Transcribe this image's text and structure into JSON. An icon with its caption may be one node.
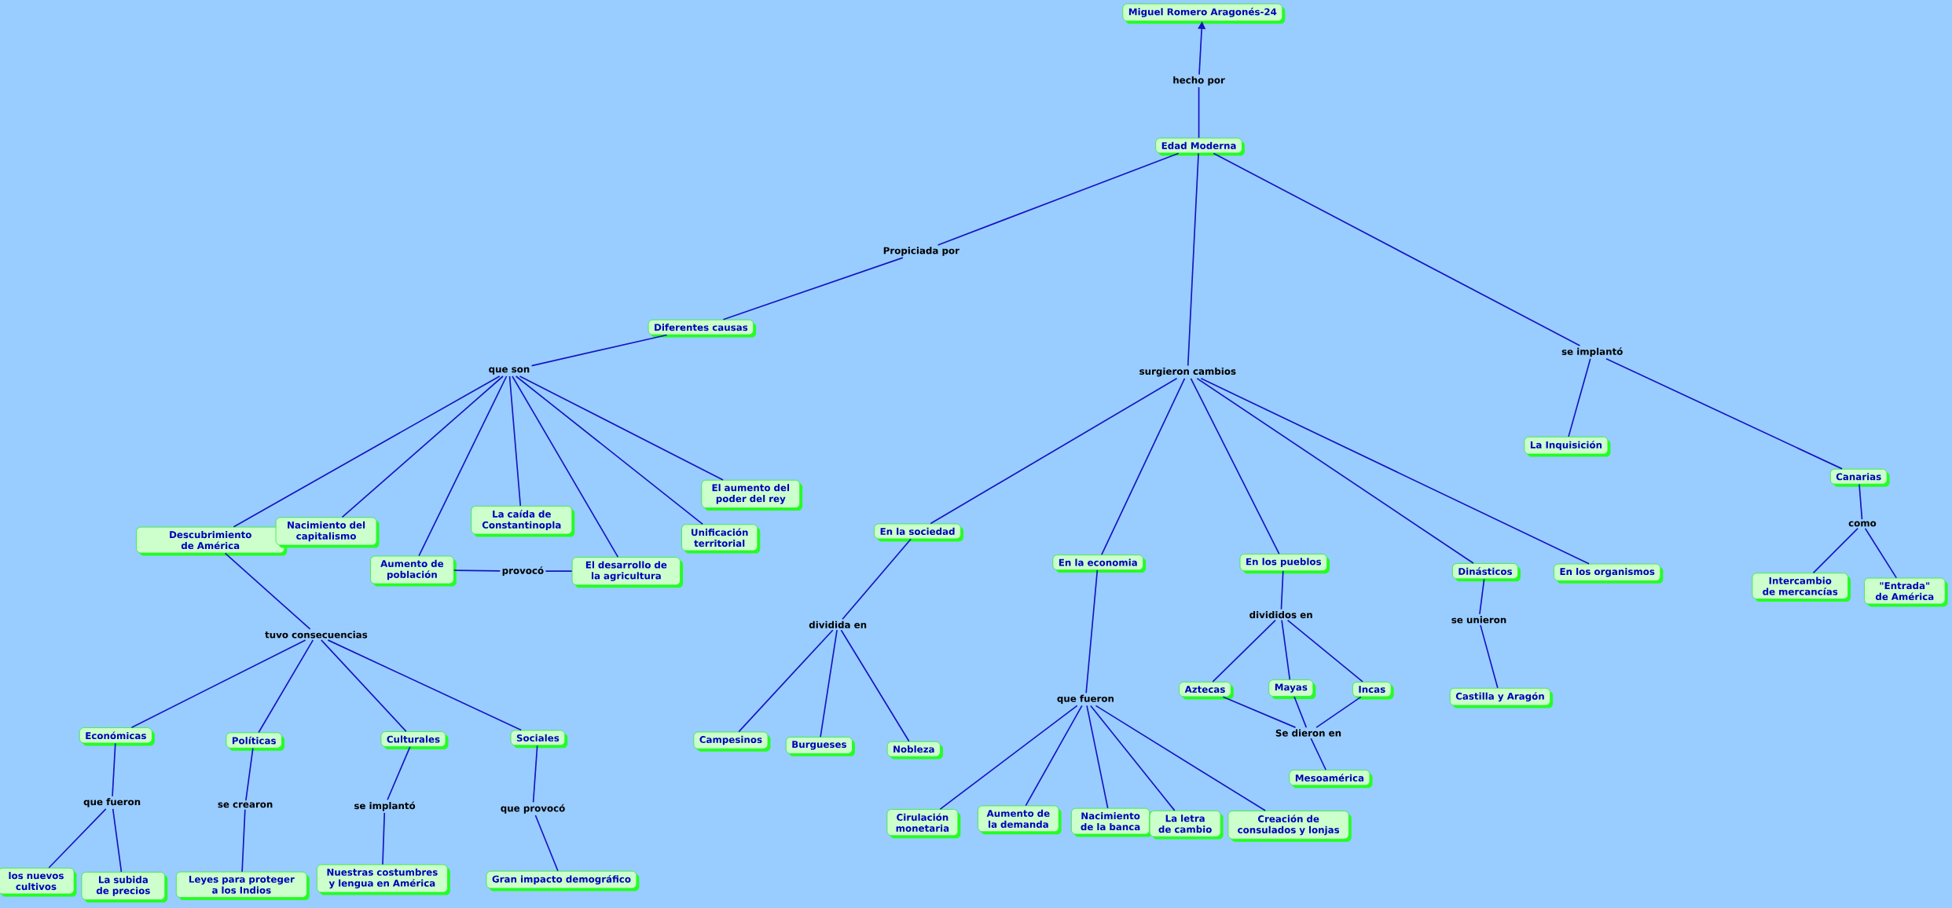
{
  "diagram": {
    "nodes": [
      {
        "text": [
          "Miguel Romero Aragonés-24"
        ]
      },
      {
        "text": [
          "hecho por"
        ]
      },
      {
        "text": [
          "Edad Moderna"
        ]
      },
      {
        "text": [
          "Propiciada por"
        ]
      },
      {
        "text": [
          "Diferentes causas"
        ]
      },
      {
        "text": [
          "que son"
        ]
      },
      {
        "text": [
          "Descubrimiento de América"
        ]
      },
      {
        "text": [
          "Nacimiento del capitalismo"
        ]
      },
      {
        "text": [
          "Aumento de población"
        ]
      },
      {
        "text": [
          "La caída de Constantinopla"
        ]
      },
      {
        "text": [
          "El desarrollo de la agricultura"
        ]
      },
      {
        "text": [
          "Unificación territorial"
        ]
      },
      {
        "text": [
          "El aumento del poder del rey"
        ]
      },
      {
        "text": [
          "provocó"
        ]
      },
      {
        "text": [
          "tuvo consecuencias"
        ]
      },
      {
        "text": [
          "Económicas"
        ]
      },
      {
        "text": [
          "Políticas"
        ]
      },
      {
        "text": [
          "Culturales"
        ]
      },
      {
        "text": [
          "Sociales"
        ]
      },
      {
        "text": [
          "que fueron"
        ]
      },
      {
        "text": [
          "se crearon"
        ]
      },
      {
        "text": [
          "se implantó"
        ]
      },
      {
        "text": [
          "que provocó"
        ]
      },
      {
        "text": [
          "los nuevos cultivos"
        ]
      },
      {
        "text": [
          "La subida de precios"
        ]
      },
      {
        "text": [
          "Leyes para proteger a los Indios"
        ]
      },
      {
        "text": [
          "Nuestras costumbres y lengua en América"
        ]
      },
      {
        "text": [
          "Gran impacto demográfico"
        ]
      },
      {
        "text": [
          "surgieron cambios"
        ]
      },
      {
        "text": [
          "En la sociedad"
        ]
      },
      {
        "text": [
          "dividida en"
        ]
      },
      {
        "text": [
          "Campesinos"
        ]
      },
      {
        "text": [
          "Burgueses"
        ]
      },
      {
        "text": [
          "Nobleza"
        ]
      },
      {
        "text": [
          "En la economia"
        ]
      },
      {
        "text": [
          "que fueron"
        ]
      },
      {
        "text": [
          "Cirulación monetaria"
        ]
      },
      {
        "text": [
          "Aumento de la demanda"
        ]
      },
      {
        "text": [
          "Nacimiento de la banca"
        ]
      },
      {
        "text": [
          "La letra de cambio"
        ]
      },
      {
        "text": [
          "Creación de consulados y lonjas"
        ]
      },
      {
        "text": [
          "En los pueblos"
        ]
      },
      {
        "text": [
          "divididos en"
        ]
      },
      {
        "text": [
          "Aztecas"
        ]
      },
      {
        "text": [
          "Mayas"
        ]
      },
      {
        "text": [
          "Incas"
        ]
      },
      {
        "text": [
          "Se dieron en"
        ]
      },
      {
        "text": [
          "Mesoamérica"
        ]
      },
      {
        "text": [
          "Dinásticos"
        ]
      },
      {
        "text": [
          "se unieron"
        ]
      },
      {
        "text": [
          "Castilla y Aragón"
        ]
      },
      {
        "text": [
          "En los organismos"
        ]
      },
      {
        "text": [
          "se implantó"
        ]
      },
      {
        "text": [
          "La Inquisición"
        ]
      },
      {
        "text": [
          "Canarias"
        ]
      },
      {
        "text": [
          "como"
        ]
      },
      {
        "text": [
          "Intercambio de mercancías"
        ]
      },
      {
        "text": [
          "\"Entrada\" de América"
        ]
      }
    ],
    "edges": [
      {
        "from": 2,
        "to": 1,
        "arrow": "none"
      },
      {
        "from": 1,
        "to": 0,
        "arrow": "to"
      },
      {
        "from": 2,
        "to": 3,
        "arrow": "none"
      },
      {
        "from": 3,
        "to": 4,
        "arrow": "none"
      },
      {
        "from": 4,
        "to": 5,
        "arrow": "none"
      },
      {
        "from": 5,
        "to": 6,
        "arrow": "none"
      },
      {
        "from": 5,
        "to": 7,
        "arrow": "none"
      },
      {
        "from": 5,
        "to": 8,
        "arrow": "none"
      },
      {
        "from": 5,
        "to": 9,
        "arrow": "none"
      },
      {
        "from": 5,
        "to": 10,
        "arrow": "none"
      },
      {
        "from": 5,
        "to": 11,
        "arrow": "none"
      },
      {
        "from": 5,
        "to": 12,
        "arrow": "none"
      },
      {
        "from": 8,
        "to": 13,
        "arrow": "none"
      },
      {
        "from": 13,
        "to": 10,
        "arrow": "none"
      },
      {
        "from": 6,
        "to": 14,
        "arrow": "none"
      },
      {
        "from": 14,
        "to": 15,
        "arrow": "none"
      },
      {
        "from": 14,
        "to": 16,
        "arrow": "none"
      },
      {
        "from": 14,
        "to": 17,
        "arrow": "none"
      },
      {
        "from": 14,
        "to": 18,
        "arrow": "none"
      },
      {
        "from": 15,
        "to": 19,
        "arrow": "none"
      },
      {
        "from": 19,
        "to": 23,
        "arrow": "none"
      },
      {
        "from": 19,
        "to": 24,
        "arrow": "none"
      },
      {
        "from": 16,
        "to": 20,
        "arrow": "none"
      },
      {
        "from": 20,
        "to": 25,
        "arrow": "none"
      },
      {
        "from": 17,
        "to": 21,
        "arrow": "none"
      },
      {
        "from": 21,
        "to": 26,
        "arrow": "none"
      },
      {
        "from": 18,
        "to": 22,
        "arrow": "none"
      },
      {
        "from": 22,
        "to": 27,
        "arrow": "none"
      },
      {
        "from": 2,
        "to": 28,
        "arrow": "none"
      },
      {
        "from": 28,
        "to": 29,
        "arrow": "none"
      },
      {
        "from": 28,
        "to": 34,
        "arrow": "none"
      },
      {
        "from": 28,
        "to": 41,
        "arrow": "none"
      },
      {
        "from": 28,
        "to": 48,
        "arrow": "none"
      },
      {
        "from": 28,
        "to": 51,
        "arrow": "none"
      },
      {
        "from": 29,
        "to": 30,
        "arrow": "none"
      },
      {
        "from": 30,
        "to": 31,
        "arrow": "none"
      },
      {
        "from": 30,
        "to": 32,
        "arrow": "none"
      },
      {
        "from": 30,
        "to": 33,
        "arrow": "none"
      },
      {
        "from": 34,
        "to": 35,
        "arrow": "none"
      },
      {
        "from": 35,
        "to": 36,
        "arrow": "none"
      },
      {
        "from": 35,
        "to": 37,
        "arrow": "none"
      },
      {
        "from": 35,
        "to": 38,
        "arrow": "none"
      },
      {
        "from": 35,
        "to": 39,
        "arrow": "none"
      },
      {
        "from": 35,
        "to": 40,
        "arrow": "none"
      },
      {
        "from": 41,
        "to": 42,
        "arrow": "none"
      },
      {
        "from": 42,
        "to": 43,
        "arrow": "none"
      },
      {
        "from": 42,
        "to": 44,
        "arrow": "none"
      },
      {
        "from": 42,
        "to": 45,
        "arrow": "none"
      },
      {
        "from": 43,
        "to": 46,
        "arrow": "none"
      },
      {
        "from": 44,
        "to": 46,
        "arrow": "none"
      },
      {
        "from": 45,
        "to": 46,
        "arrow": "none"
      },
      {
        "from": 46,
        "to": 47,
        "arrow": "none"
      },
      {
        "from": 48,
        "to": 49,
        "arrow": "none"
      },
      {
        "from": 49,
        "to": 50,
        "arrow": "none"
      },
      {
        "from": 2,
        "to": 52,
        "arrow": "none"
      },
      {
        "from": 52,
        "to": 53,
        "arrow": "none"
      },
      {
        "from": 52,
        "to": 54,
        "arrow": "none"
      },
      {
        "from": 54,
        "to": 55,
        "arrow": "none"
      },
      {
        "from": 55,
        "to": 56,
        "arrow": "none"
      },
      {
        "from": 55,
        "to": 57,
        "arrow": "none"
      }
    ]
  }
}
